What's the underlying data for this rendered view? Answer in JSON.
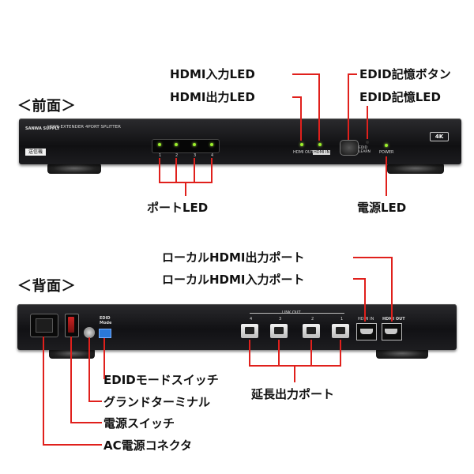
{
  "headings": {
    "front": "＜前面＞",
    "rear": "＜背面＞"
  },
  "front_labels": {
    "hdmi_in_led": "HDMI入力LED",
    "hdmi_out_led": "HDMI出力LED",
    "edid_button": "EDID記憶ボタン",
    "edid_led": "EDID記憶LED",
    "port_led": "ポートLED",
    "power_led": "電源LED"
  },
  "rear_labels": {
    "local_hdmi_out": "ローカルHDMI出力ポート",
    "local_hdmi_in": "ローカルHDMI入力ポート",
    "edid_mode_switch": "EDIDモードスイッチ",
    "ground_terminal": "グランドターミナル",
    "power_switch": "電源スイッチ",
    "ac_connector": "AC電源コネクタ",
    "extension_out": "延長出力ポート"
  },
  "front_panel": {
    "brand": "SANWA SUPPLY",
    "model": "HDMI EXTENDER 4PORT SPLITTER",
    "sticker": "送信機",
    "port_numbers": [
      "1",
      "2",
      "3",
      "4"
    ],
    "hdmi_out": "HDMI OUT",
    "hdmi_in": "HDMI IN",
    "edid_learn": "EDID LEARN",
    "power": "POWER",
    "badge": "4K"
  },
  "rear_panel": {
    "edid_mode": "EDID Mode",
    "link_out": "LINK OUT",
    "link_numbers": [
      "4",
      "3",
      "2",
      "1"
    ],
    "hdmi_in": "HDMI IN",
    "hdmi_out": "HDMI OUT"
  },
  "colors": {
    "callout": "#e0201c",
    "led": "#9cf02a",
    "dip_switch": "#2a78d8"
  }
}
